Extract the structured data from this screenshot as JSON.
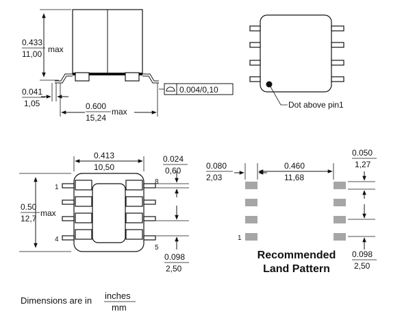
{
  "side_view": {
    "height_in": "0.433",
    "height_mm": "11,00",
    "height_suffix": "max",
    "standoff_in": "0.041",
    "standoff_mm": "1,05",
    "width_in": "0.600",
    "width_mm": "15,24",
    "width_suffix": "max",
    "coplanarity": "0.004/0,10"
  },
  "top_view": {
    "dot_label": "Dot above pin1"
  },
  "bottom_view": {
    "body_width_in": "0.413",
    "body_width_mm": "10,50",
    "length_in": "0.50",
    "length_mm": "12,7",
    "length_suffix": "max",
    "pin_pitch_in": "0.024",
    "pin_pitch_mm": "0,60",
    "pin_gap_in": "0.098",
    "pin_gap_mm": "2,50",
    "pin_labels": [
      "1",
      "4",
      "5",
      "8"
    ]
  },
  "land_pattern": {
    "pad_width_in": "0.080",
    "pad_width_mm": "2,03",
    "span_in": "0.460",
    "span_mm": "11,68",
    "pad_length_in": "0.050",
    "pad_length_mm": "1,27",
    "pitch_in": "0.098",
    "pitch_mm": "2,50",
    "pin1_label": "1",
    "title_line1": "Recommended",
    "title_line2": "Land Pattern"
  },
  "units_note": {
    "prefix": "Dimensions are in",
    "numerator": "inches",
    "denominator": "mm"
  }
}
